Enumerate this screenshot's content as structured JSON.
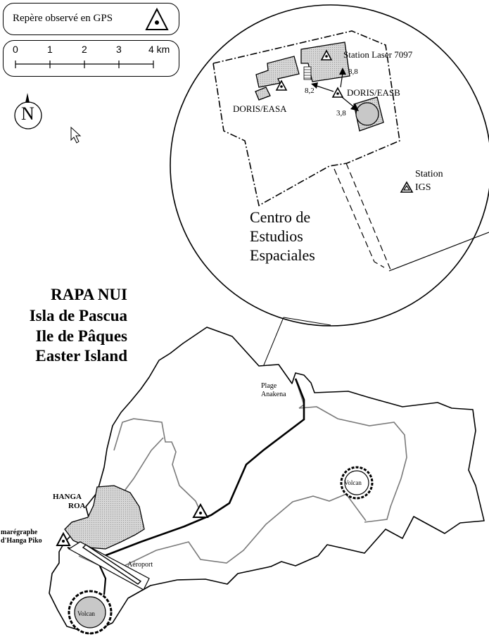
{
  "legend": {
    "gps_marker_label": "Repère observé en GPS"
  },
  "scale": {
    "ticks": [
      "0",
      "1",
      "2",
      "3",
      "4 km"
    ]
  },
  "north_arrow": {
    "letter": "N"
  },
  "title": {
    "line1": "RAPA NUI",
    "line2": "Isla de Pascua",
    "line3": "Ile de Pâques",
    "line4": "Easter Island"
  },
  "detail": {
    "station_laser": "Station Laser 7097",
    "doris_easa": "DORIS/EASA",
    "doris_easb": "DORIS/EASB",
    "dist_laser": "8,8",
    "dist_easa": "8,2",
    "dist_easb": "3,8",
    "station_igs_line1": "Station",
    "station_igs_line2": "IGS",
    "centro_line1": "Centro de",
    "centro_line2": "Estudios",
    "centro_line3": "Espaciales"
  },
  "island": {
    "plage_line1": "Plage",
    "plage_line2": "Anakena",
    "hanga_line1": "HANGA",
    "hanga_line2": "ROA",
    "maregraphe_line1": "marégraphe",
    "maregraphe_line2": "d'Hanga Piko",
    "aeroport": "Aéroport",
    "volcan_east": "Volcan",
    "volcan_south": "Volcan"
  },
  "colors": {
    "ink": "#000000",
    "road_gray": "#808080",
    "fill_gray": "#c8c8c8",
    "fill_light": "#e6e6e6"
  }
}
